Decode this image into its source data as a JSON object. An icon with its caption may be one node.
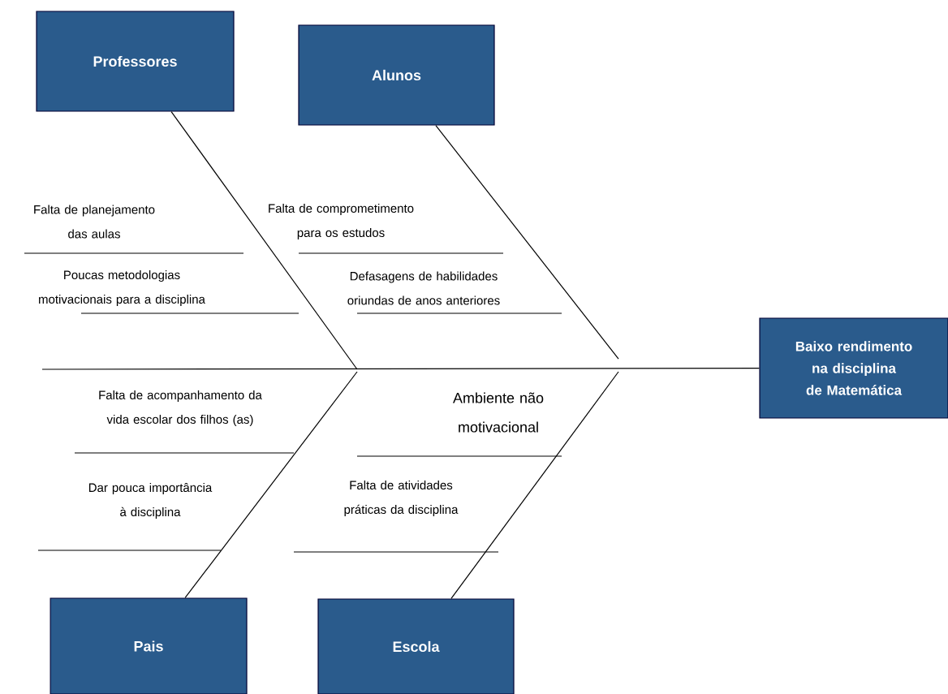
{
  "diagram": {
    "nodes": [
      {
        "text": [
          "Professores"
        ]
      },
      {
        "text": [
          "Alunos"
        ]
      },
      {
        "text": [
          "Pais"
        ]
      },
      {
        "text": [
          "Escola"
        ]
      },
      {
        "text": [
          "Baixo rendimento na disciplina de Matemática"
        ]
      }
    ],
    "edges": [
      {
        "from": 0,
        "to": null,
        "arrow": "none"
      },
      {
        "from": 1,
        "to": null,
        "arrow": "none"
      },
      {
        "from": 2,
        "to": null,
        "arrow": "none"
      },
      {
        "from": 3,
        "to": null,
        "arrow": "none"
      },
      {
        "from": null,
        "to": 4,
        "arrow": "none"
      }
    ],
    "labels": [
      "Falta de planejamento das aulas",
      "Falta de comprometimento para os estudos",
      "Poucas metodologias motivacionais para a disciplina",
      "Defasagens de habilidades oriundas de anos anteriores",
      "Falta de acompanhamento da vida escolar dos filhos (as)",
      "Ambiente não motivacional",
      "Dar pouca importância à disciplina",
      "Falta de atividades práticas da disciplina"
    ]
  }
}
